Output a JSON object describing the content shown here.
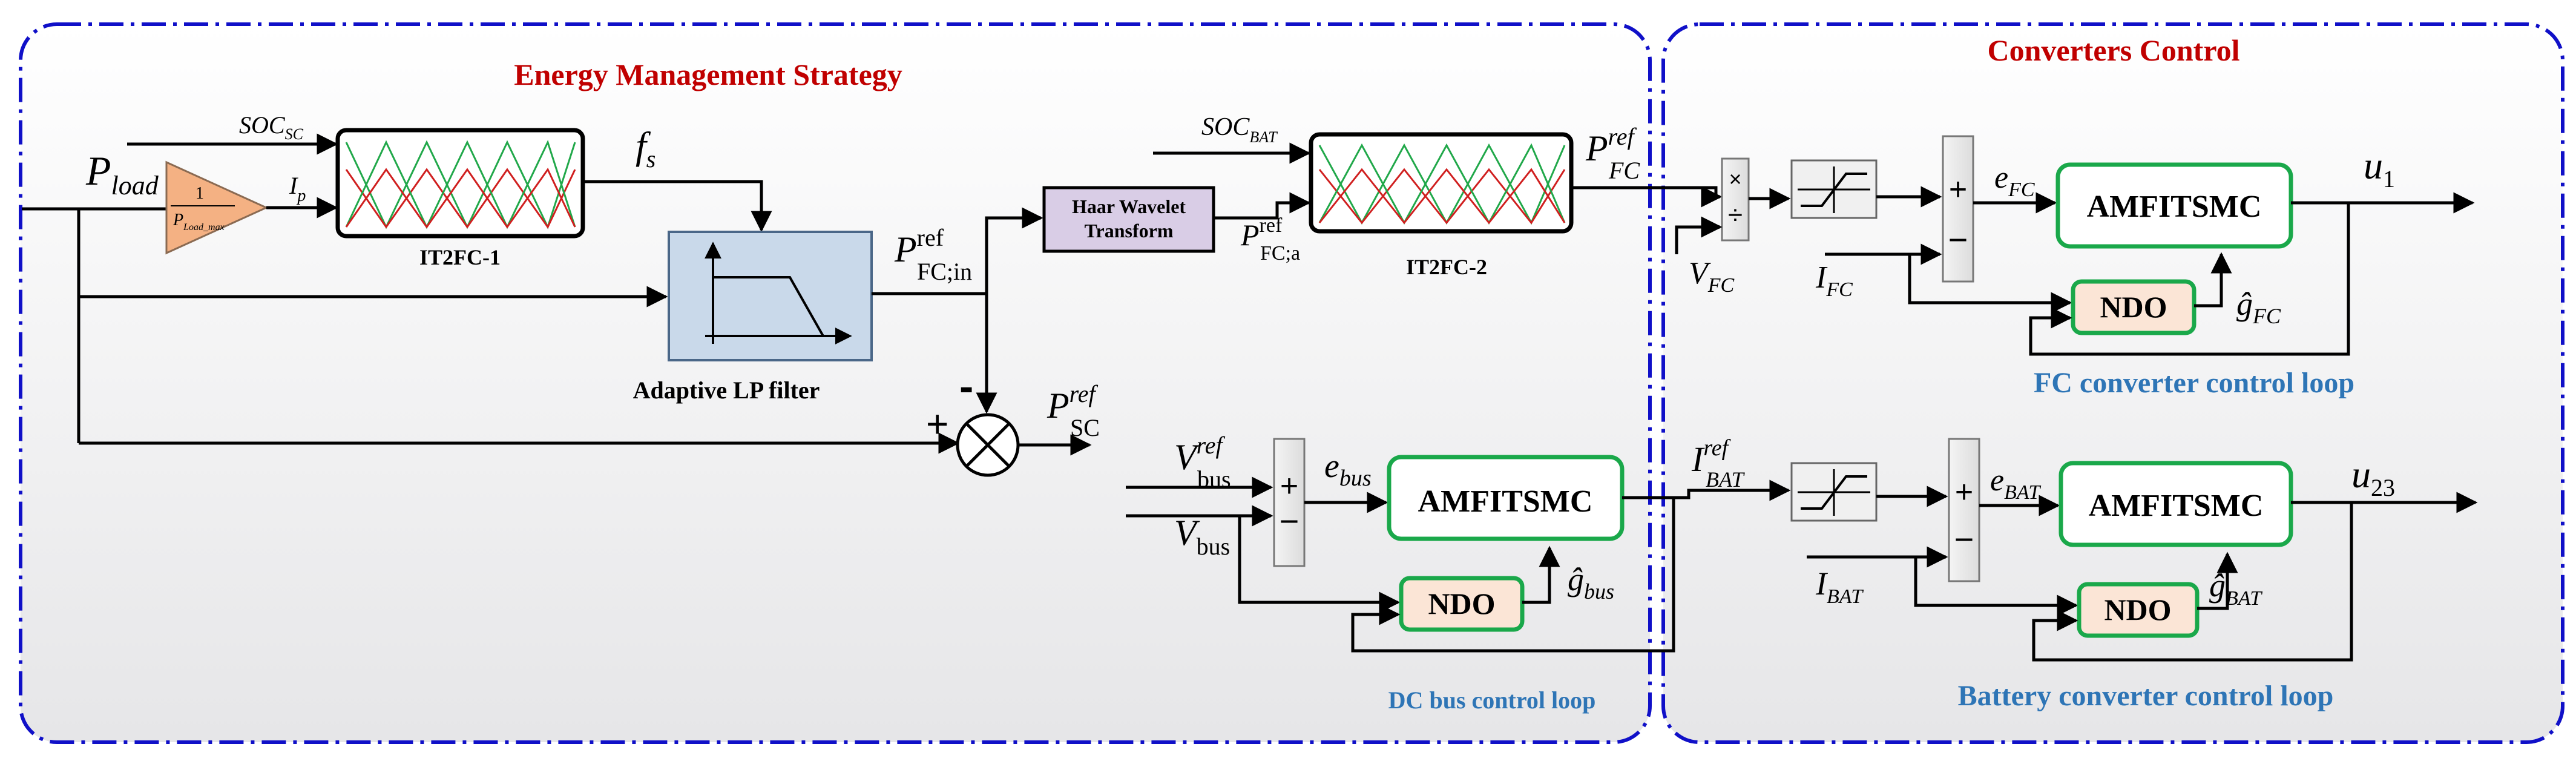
{
  "colors": {
    "section_title": "#c00000",
    "loop_label": "#2e75b6",
    "dashed_border": "#1010c8",
    "block_green": "#1aa84a",
    "ndo_fill": "#fbe5d6",
    "lp_filter_fill": "#c9d9ea",
    "haar_fill": "#d9cde6",
    "gain_fill": "#f4b183"
  },
  "sections": {
    "ems_title": "Energy Management Strategy",
    "converters_title": "Converters Control"
  },
  "loops": {
    "dc_bus": "DC bus control loop",
    "fc": "FC converter control loop",
    "battery": "Battery converter control loop"
  },
  "blocks": {
    "it2fc1": "IT2FC-1",
    "it2fc2": "IT2FC-2",
    "lp_filter": "Adaptive LP filter",
    "haar_line1": "Haar Wavelet",
    "haar_line2": "Transform",
    "amfitsmc": "AMFITSMC",
    "ndo": "NDO",
    "gain_num": "1",
    "gain_den_main": "P",
    "gain_den_sub": "Load_max"
  },
  "signals": {
    "p_load": {
      "main": "P",
      "sub": "load"
    },
    "soc_sc": {
      "main": "SOC",
      "sub": "SC"
    },
    "i_p": {
      "main": "I",
      "sub": "p"
    },
    "f_s": {
      "main": "f",
      "sub": "s"
    },
    "p_fc_in": {
      "main": "P",
      "sup": "ref",
      "sub": "FC;in"
    },
    "p_fc_a": {
      "main": "P",
      "sup": "ref",
      "sub": "FC;a"
    },
    "soc_bat": {
      "main": "SOC",
      "sub": "BAT"
    },
    "p_fc_ref": {
      "main": "P",
      "sup": "ref",
      "sub": "FC"
    },
    "p_sc_ref": {
      "main": "P",
      "sup": "ref",
      "sub": "SC"
    },
    "v_bus_ref": {
      "main": "V",
      "sup": "ref",
      "sub": "bus"
    },
    "v_bus": {
      "main": "V",
      "sub": "bus"
    },
    "e_bus": {
      "main": "e",
      "sub": "bus"
    },
    "g_bus": {
      "main": "ĝ",
      "sub": "bus"
    },
    "v_fc": {
      "main": "V",
      "sub": "FC"
    },
    "i_fc": {
      "main": "I",
      "sub": "FC"
    },
    "e_fc": {
      "main": "e",
      "sub": "FC"
    },
    "g_fc": {
      "main": "ĝ",
      "sub": "FC"
    },
    "u1": {
      "main": "u",
      "sub": "1"
    },
    "i_bat_ref": {
      "main": "I",
      "sup": "ref",
      "sub": "BAT"
    },
    "i_bat": {
      "main": "I",
      "sub": "BAT"
    },
    "e_bat": {
      "main": "e",
      "sub": "BAT"
    },
    "g_bat": {
      "main": "ĝ",
      "sub": "BAT"
    },
    "u23": {
      "main": "u",
      "sub": "23"
    }
  },
  "symbols": {
    "plus": "+",
    "minus": "−",
    "minus_short": "-",
    "times": "×",
    "divide": "÷"
  }
}
